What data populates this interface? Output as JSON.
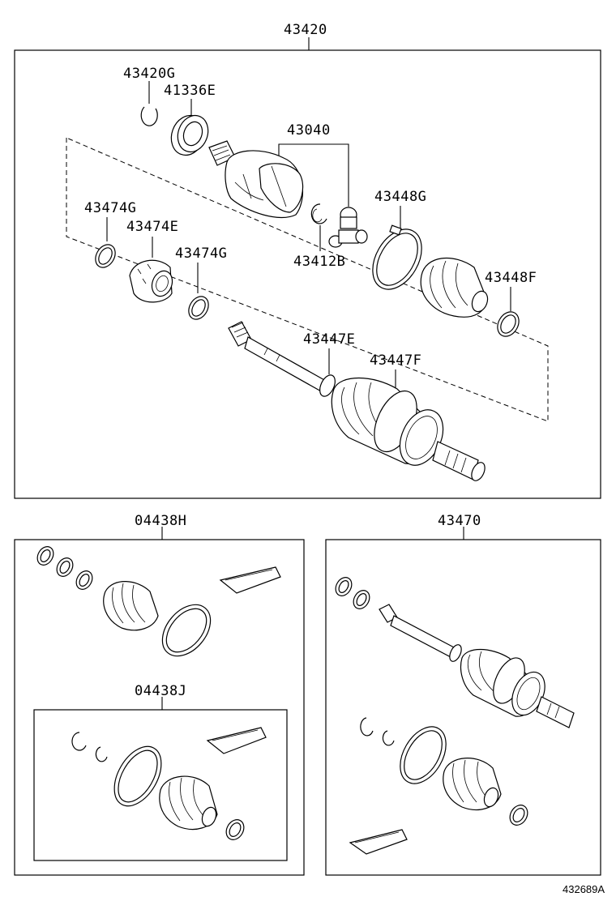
{
  "diagram": {
    "labels": {
      "main_assembly": "43420",
      "snap_ring": "43420G",
      "dust_seal": "41336E",
      "inboard_joint": "43040",
      "clamp_g_left": "43474G",
      "dynamic_damper": "43474E",
      "clamp_g_right": "43474G",
      "snap_ring_b": "43412B",
      "boot_clamp_g": "43448G",
      "boot_clamp_f": "43448F",
      "outboard_clamp_e": "43447E",
      "outboard_clamp_f": "43447F",
      "boot_kit_h": "04438H",
      "boot_kit_j": "04438J",
      "shaft_assembly": "43470"
    },
    "reference_code": "432689A"
  }
}
